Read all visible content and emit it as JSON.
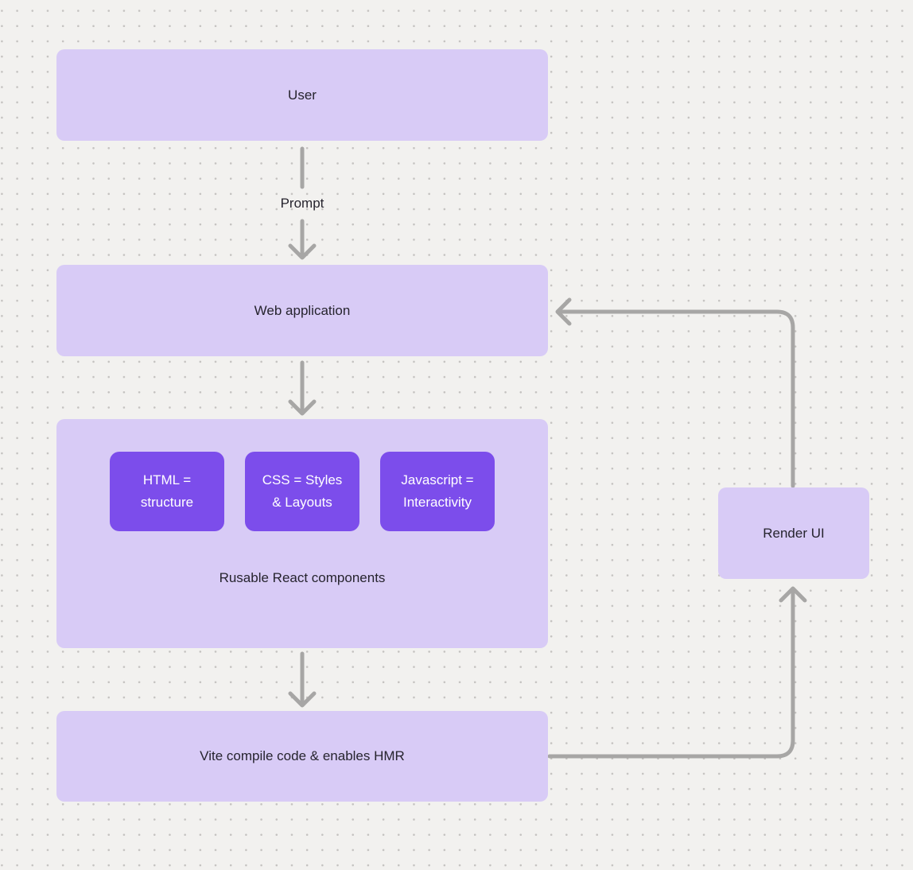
{
  "canvas": {
    "background_color": "#f2f1ef",
    "dot_color": "#c4c2c0"
  },
  "colors": {
    "node_fill": "#d8cbf6",
    "component_fill": "#7c4deb",
    "node_text": "#26242e",
    "component_text": "#ffffff",
    "arrow": "#a7a6a5"
  },
  "nodes": {
    "user": {
      "label": "User"
    },
    "web_application": {
      "label": "Web application"
    },
    "components_container": {
      "caption": "Rusable React components"
    },
    "html": {
      "line1": "HTML =",
      "line2": "structure"
    },
    "css": {
      "line1": "CSS = Styles",
      "line2": "& Layouts"
    },
    "javascript": {
      "line1": "Javascript =",
      "line2": "Interactivity"
    },
    "vite": {
      "label": "Vite compile code & enables HMR"
    },
    "render_ui": {
      "label": "Render UI"
    }
  },
  "edges": {
    "prompt_label": "Prompt"
  }
}
